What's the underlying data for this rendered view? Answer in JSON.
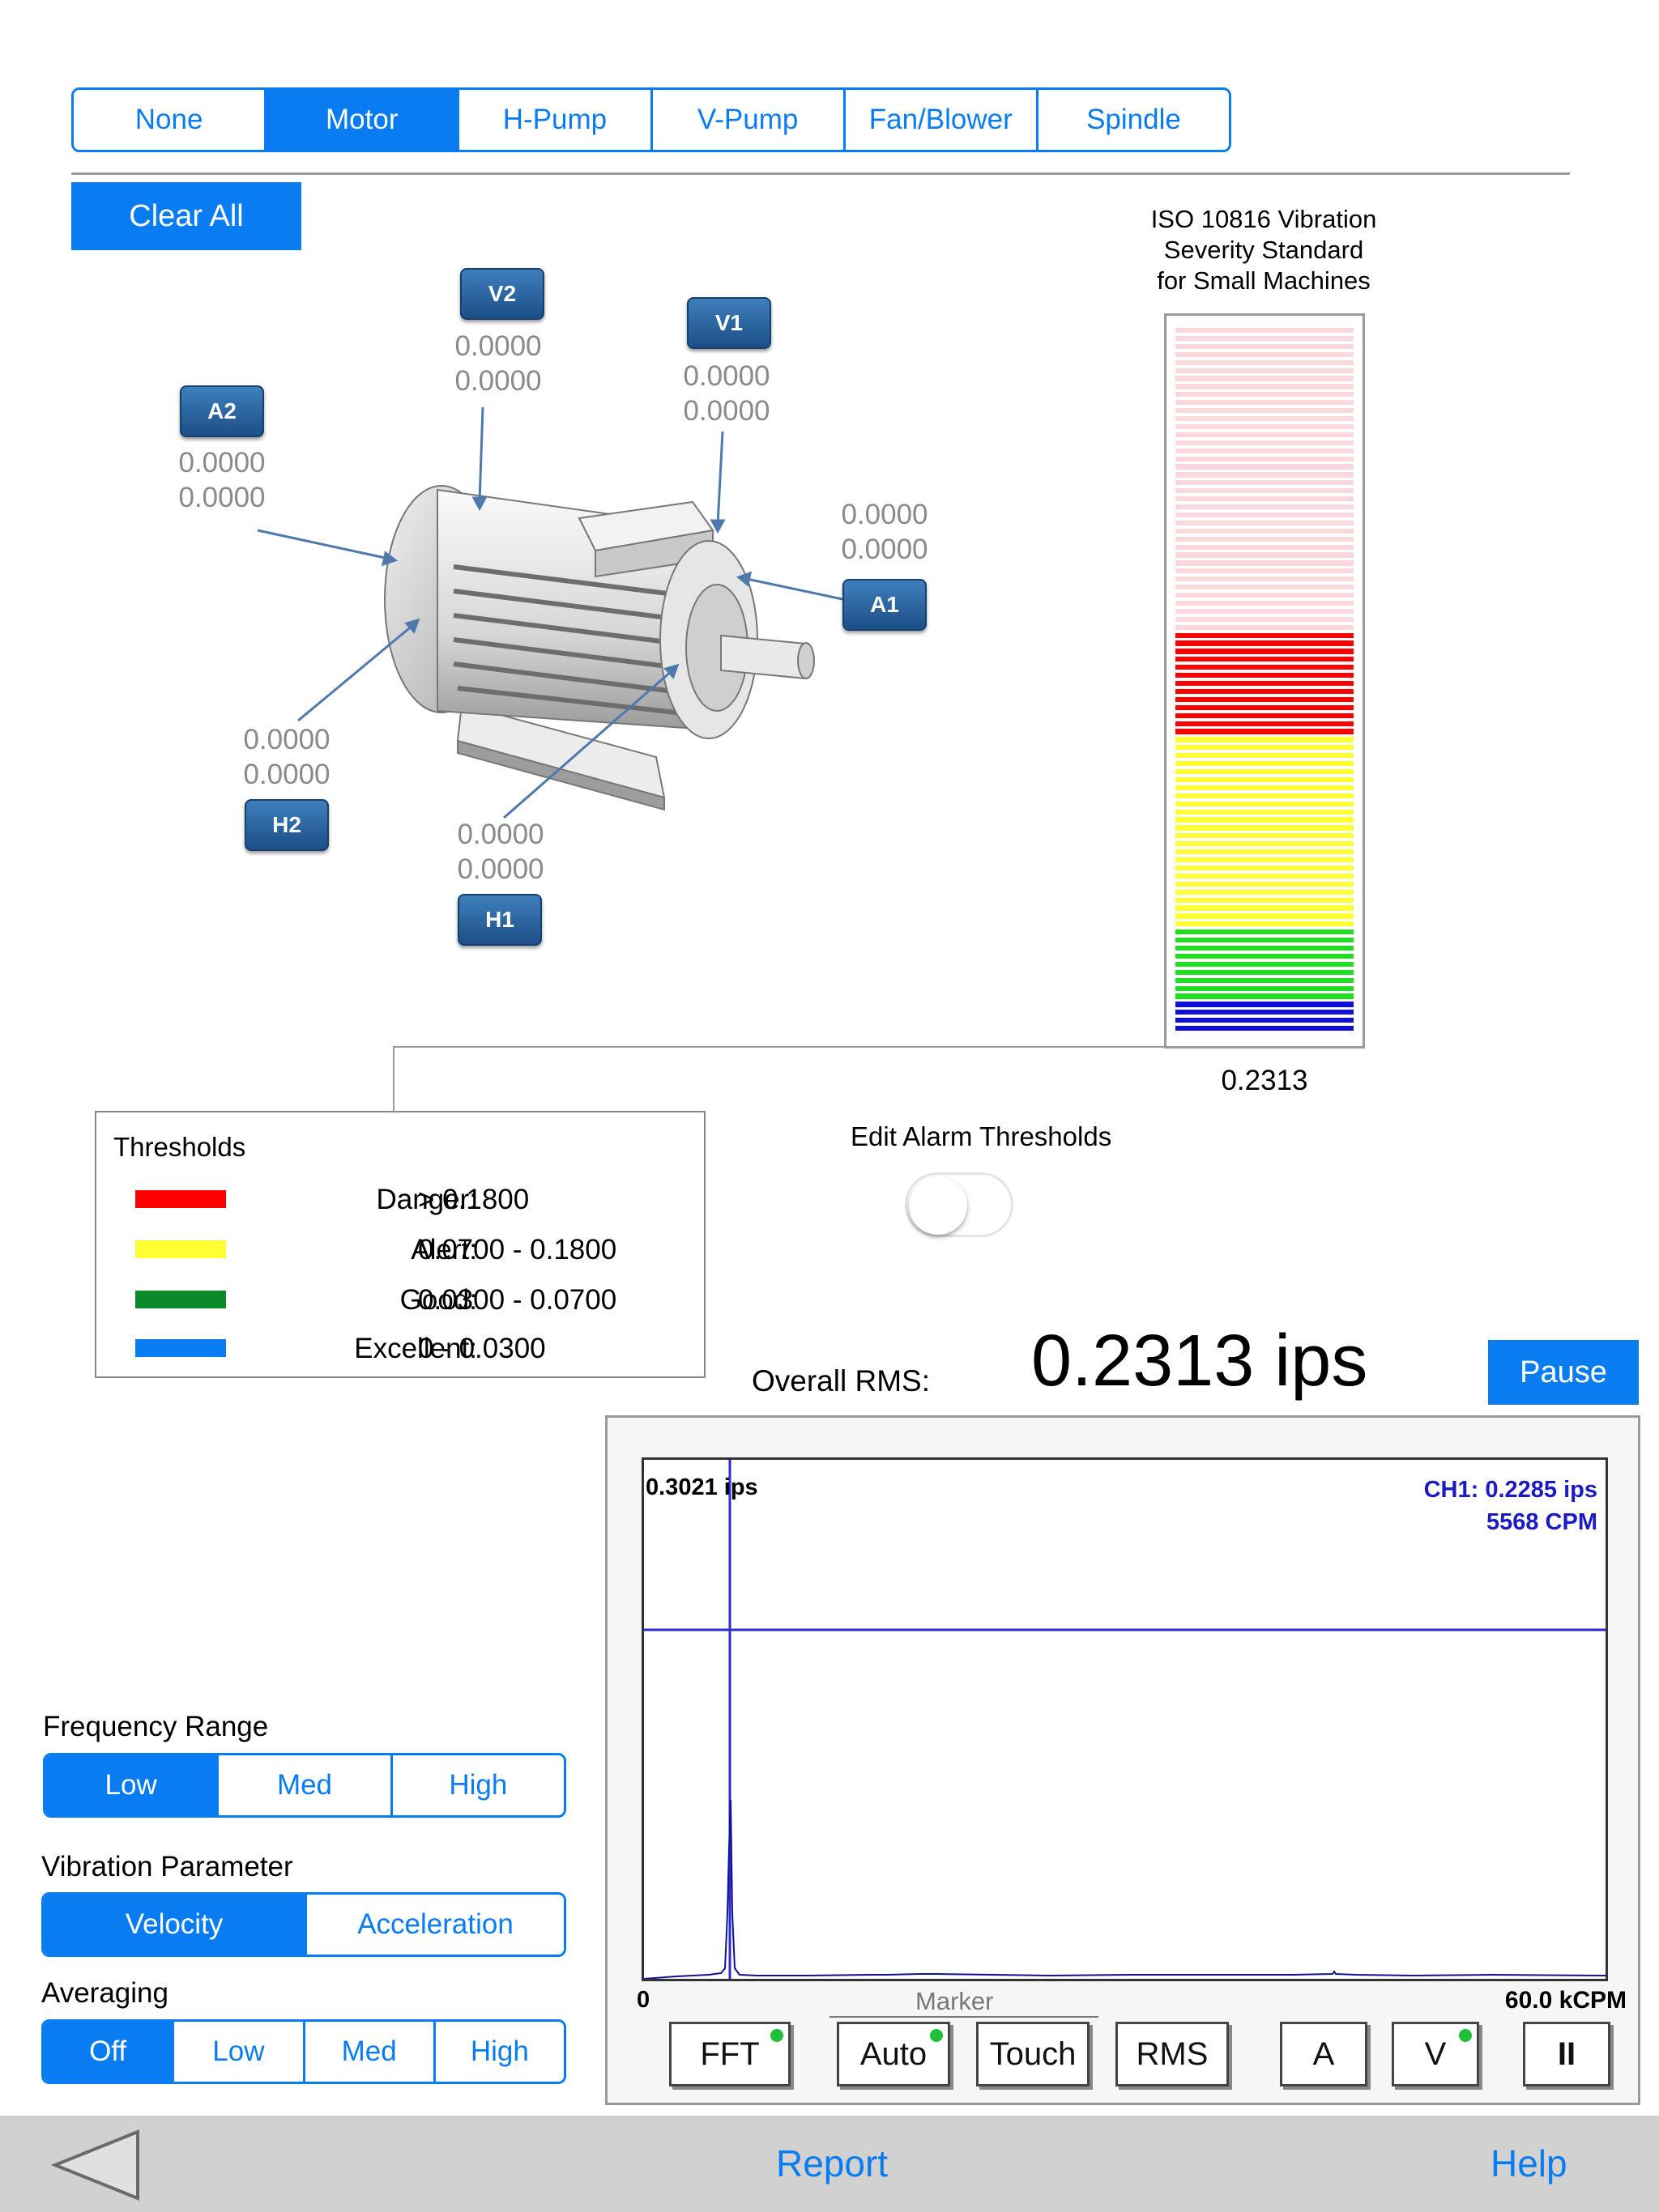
{
  "machine_tabs": [
    "None",
    "Motor",
    "H-Pump",
    "V-Pump",
    "Fan/Blower",
    "Spindle"
  ],
  "machine_tabs_selected": 1,
  "clear_all_label": "Clear All",
  "iso": {
    "title_line1": "ISO 10816 Vibration",
    "title_line2": "Severity Standard",
    "title_line3": "for Small Machines",
    "value": "0.2313"
  },
  "sensors": {
    "v2": {
      "label": "V2",
      "r1": "0.0000",
      "r2": "0.0000"
    },
    "v1": {
      "label": "V1",
      "r1": "0.0000",
      "r2": "0.0000"
    },
    "a2": {
      "label": "A2",
      "r1": "0.0000",
      "r2": "0.0000"
    },
    "a1": {
      "label": "A1",
      "r1": "0.0000",
      "r2": "0.0000"
    },
    "h2": {
      "label": "H2",
      "r1": "0.0000",
      "r2": "0.0000"
    },
    "h1": {
      "label": "H1",
      "r1": "0.0000",
      "r2": "0.0000"
    }
  },
  "thresholds": {
    "title": "Thresholds",
    "rows": [
      {
        "name": "Danger:",
        "range": "> 0.1800",
        "color": "#ff0000"
      },
      {
        "name": "Alert:",
        "range": "0.0700 - 0.1800",
        "color": "#ffff33"
      },
      {
        "name": "Good:",
        "range": "0.0300 - 0.0700",
        "color": "#0b8a2a"
      },
      {
        "name": "Excellent:",
        "range": "0 - 0.0300",
        "color": "#0a7cf2"
      }
    ]
  },
  "edit_alarm_label": "Edit Alarm Thresholds",
  "overall": {
    "label": "Overall RMS:",
    "value": "0.2313 ips",
    "pause_label": "Pause"
  },
  "spectrum": {
    "peak_label": "0.3021 ips",
    "ch_label": "CH1: 0.2285 ips",
    "cpm_label": "5568 CPM",
    "x_min_label": "0",
    "x_max_label": "60.0 kCPM",
    "marker_label": "Marker"
  },
  "tools": [
    "FFT",
    "Auto",
    "Touch",
    "RMS",
    "A",
    "V",
    "II"
  ],
  "frequency_range": {
    "label": "Frequency Range",
    "options": [
      "Low",
      "Med",
      "High"
    ],
    "selected": 0
  },
  "vibration_parameter": {
    "label": "Vibration Parameter",
    "options": [
      "Velocity",
      "Acceleration"
    ],
    "selected": 0
  },
  "averaging": {
    "label": "Averaging",
    "options": [
      "Off",
      "Low",
      "Med",
      "High"
    ],
    "selected": 0
  },
  "bottom": {
    "report_label": "Report",
    "help_label": "Help"
  },
  "colors": {
    "accent": "#0a7cf2",
    "danger": "#ff0000",
    "alert": "#ffff33",
    "good": "#22dd22",
    "excellent": "#1010dd",
    "unused": "#fbd8dc"
  }
}
